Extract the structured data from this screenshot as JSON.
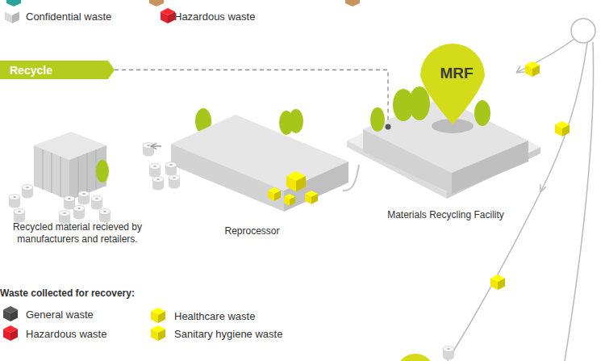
{
  "diagram": {
    "nodes": [
      {
        "text": [
          "Recycle"
        ]
      },
      {
        "text": [
          "MRF"
        ]
      },
      {
        "text": [
          "Materials Recycling Facility"
        ]
      },
      {
        "text": [
          "Reprocessor"
        ]
      },
      {
        "text": [
          "Recycled material recieved by manufacturers and retailers."
        ]
      }
    ],
    "edges": [
      {
        "from": 0,
        "to": 2,
        "arrow": "none"
      },
      {
        "from": 2,
        "to": 3,
        "arrow": "none"
      },
      {
        "from": 3,
        "to": 4,
        "arrow": "to"
      }
    ],
    "labels": [
      "Waste collected for recovery:"
    ],
    "legend": [
      {
        "text": "Confidential waste",
        "color": "#d9d9d9"
      },
      {
        "text": "Hazardous waste",
        "color": "#e3202b"
      },
      {
        "text": "General waste",
        "color": "#4d4d4d"
      },
      {
        "text": "Hazardous waste",
        "color": "#e3202b"
      },
      {
        "text": "Healthcare waste",
        "color": "#f3e600"
      },
      {
        "text": "Sanitary hygiene waste",
        "color": "#f3e600"
      }
    ]
  }
}
